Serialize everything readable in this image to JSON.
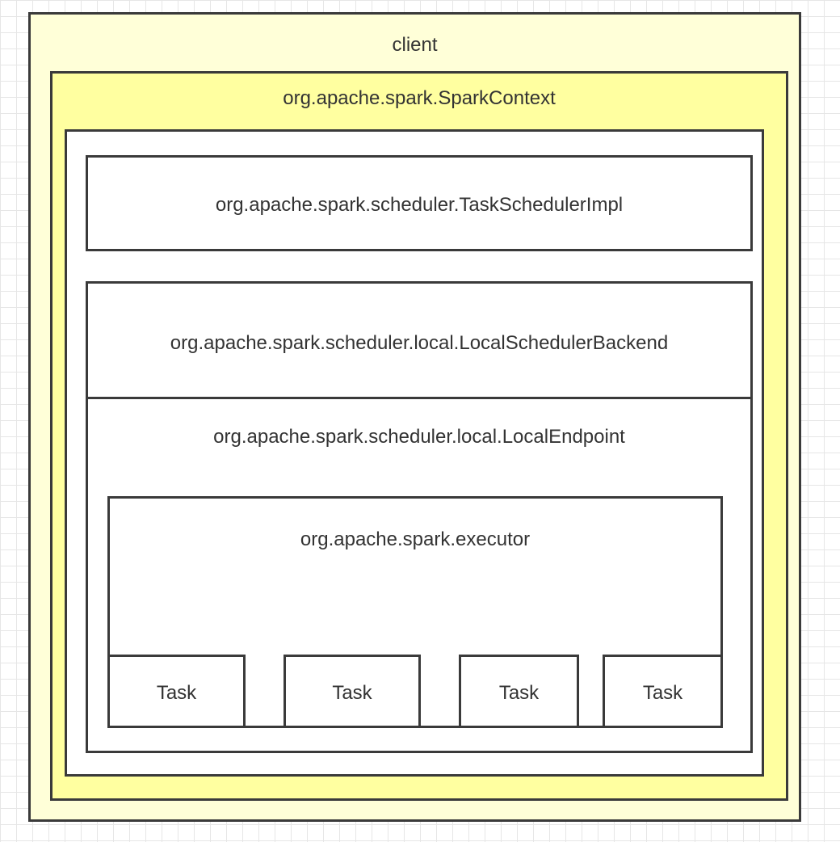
{
  "diagram": {
    "client": {
      "label": "client"
    },
    "spark_context": {
      "label": "org.apache.spark.SparkContext"
    },
    "task_scheduler": {
      "label": "org.apache.spark.scheduler.TaskSchedulerImpl"
    },
    "backend": {
      "label": "org.apache.spark.scheduler.local.LocalSchedulerBackend"
    },
    "endpoint": {
      "label": "org.apache.spark.scheduler.local.LocalEndpoint"
    },
    "executor": {
      "label": "org.apache.spark.executor"
    },
    "tasks": [
      {
        "label": "Task"
      },
      {
        "label": "Task"
      },
      {
        "label": "Task"
      },
      {
        "label": "Task"
      }
    ]
  },
  "colors": {
    "client_fill": "#ffffd8",
    "spark_context_fill": "#ffffa0",
    "border": "#3a3a3a",
    "text": "#333333",
    "grid": "#e6e6e6"
  }
}
